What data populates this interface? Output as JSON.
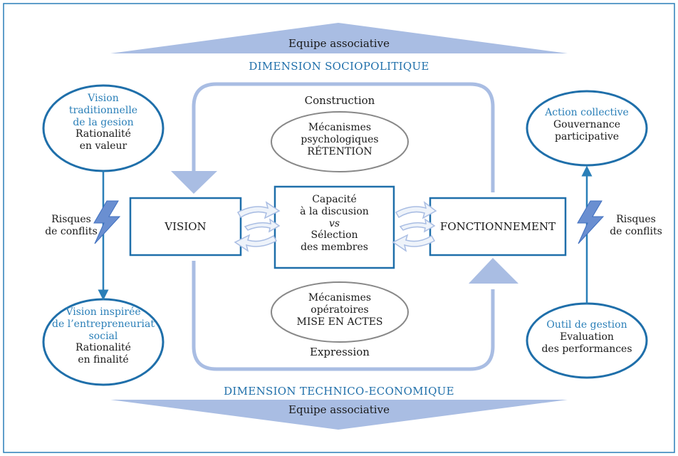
{
  "top": {
    "band_label": "Equipe associative",
    "dimension": "DIMENSION SOCIOPOLITIQUE"
  },
  "bottom": {
    "band_label": "Equipe associative",
    "dimension": "DIMENSION TECHNICO-ECONOMIQUE"
  },
  "loop": {
    "top_label": "Construction",
    "bottom_label": "Expression"
  },
  "ellipse_top": {
    "line1": "Mécanismes",
    "line2": "psychologiques",
    "line3": "RÉTENTION"
  },
  "ellipse_bottom": {
    "line1": "Mécanismes",
    "line2": "opératoires",
    "line3": "MISE EN ACTES"
  },
  "box_vision": {
    "label": "VISION"
  },
  "box_fonctionnement": {
    "label": "FONCTIONNEMENT"
  },
  "box_center": {
    "line1": "Capacité",
    "line2": "à la discusion",
    "line3": "vs",
    "line4": "Sélection",
    "line5": "des membres"
  },
  "left_top_circle": {
    "title1": "Vision",
    "title2": "traditionnelle",
    "title3": "de la gesion",
    "body1": "Rationalité",
    "body2": "en valeur"
  },
  "left_bottom_circle": {
    "title1": "Vision inspirée",
    "title2": "de l’entrepreneuriat",
    "title3": "social",
    "body1": "Rationalité",
    "body2": "en finalité"
  },
  "right_top_circle": {
    "title1": "Action collective",
    "body1": "Gouvernance",
    "body2": "participative"
  },
  "right_bottom_circle": {
    "title1": "Outil de gestion",
    "body1": "Evaluation",
    "body2": "des performances"
  },
  "risk_left": {
    "line1": "Risques",
    "line2": "de conflits"
  },
  "risk_right": {
    "line1": "Risques",
    "line2": "de conflits"
  },
  "colors": {
    "frame": "#2a7fb8",
    "accent_blue": "#1f6faa",
    "light_blue": "#a9bde3",
    "arrow_fill": "#eef3fa"
  }
}
